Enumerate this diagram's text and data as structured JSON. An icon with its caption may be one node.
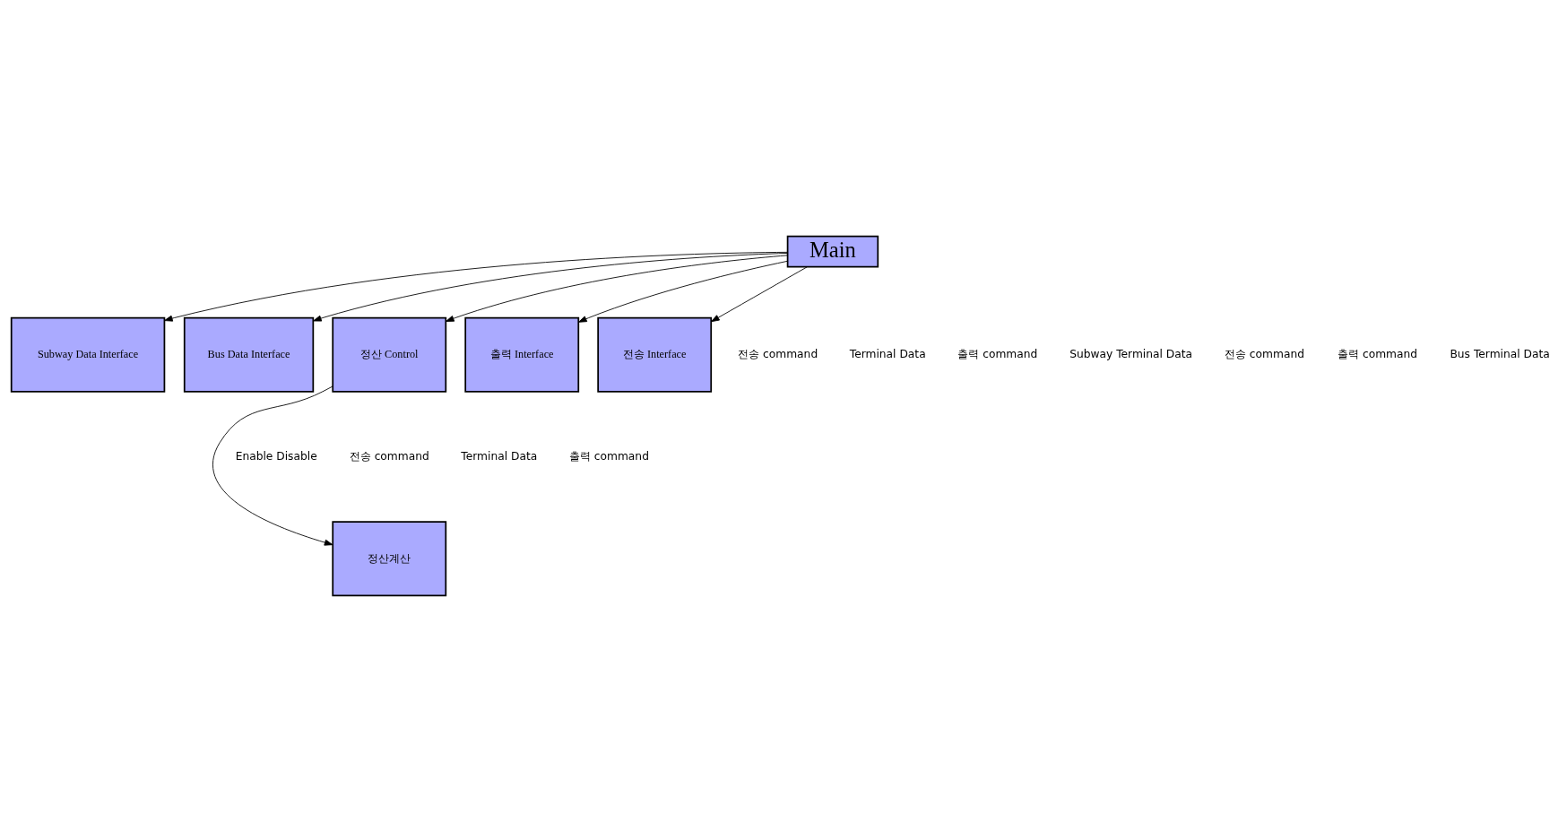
{
  "diagram": {
    "nodes": [
      {
        "text": [
          "Main"
        ]
      },
      {
        "text": [
          "Subway Data Interface"
        ]
      },
      {
        "text": [
          "Bus Data Interface"
        ]
      },
      {
        "text": [
          "정산 Control"
        ]
      },
      {
        "text": [
          "정산계산"
        ]
      },
      {
        "text": [
          "출력 Interface"
        ]
      },
      {
        "text": [
          "전송 Interface"
        ]
      }
    ],
    "edges": [
      {
        "from": 0,
        "to": 1,
        "arrow": "to"
      },
      {
        "from": 0,
        "to": 2,
        "arrow": "to"
      },
      {
        "from": 0,
        "to": 3,
        "arrow": "to"
      },
      {
        "from": 0,
        "to": 5,
        "arrow": "to"
      },
      {
        "from": 0,
        "to": 6,
        "arrow": "to"
      },
      {
        "from": 3,
        "to": 4,
        "arrow": "to"
      }
    ],
    "labels": [
      "전송 command",
      "Terminal Data",
      "출력 command",
      "Subway Terminal Data",
      "전송 command",
      "출력 command",
      "Bus Terminal Data",
      "Enable Disable",
      "전송 command",
      "Terminal Data",
      "출력 command"
    ]
  }
}
